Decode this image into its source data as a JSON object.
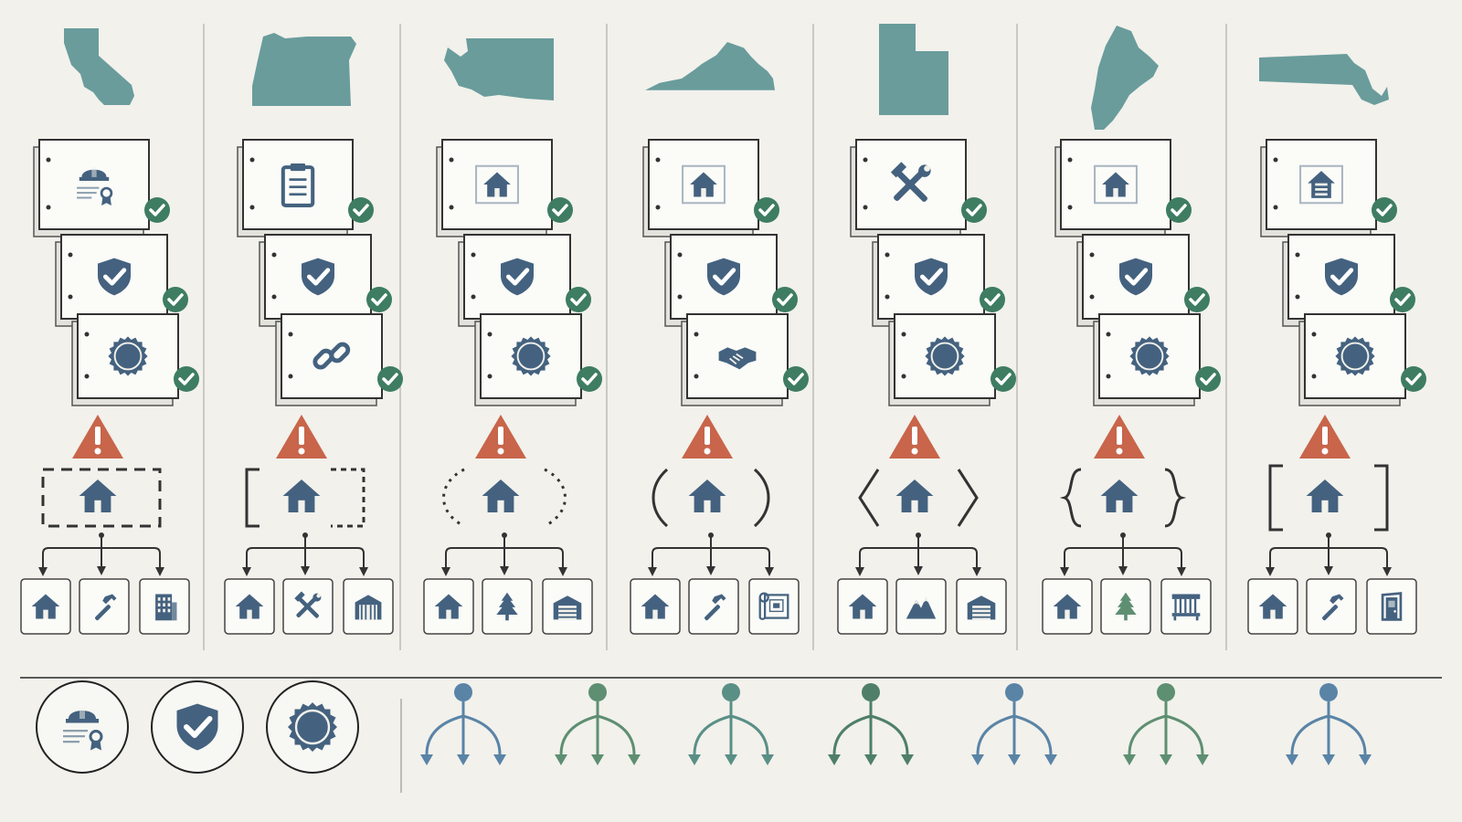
{
  "colors": {
    "background": "#f2f1ec",
    "state_fill": "#6a9c9c",
    "icon_blue": "#44627f",
    "check_green": "#3e7d62",
    "warning_red": "#c8654a",
    "green_tree": "#5e8f72",
    "line_dark": "#333333",
    "divider": "#bcbcb6"
  },
  "columns": [
    {
      "state": "California",
      "state_shape": "california",
      "doc_icons": [
        "contractor-license-icon",
        "shield-check-icon",
        "seal-icon"
      ],
      "bracket_style": "dashed-box",
      "sub_icons": [
        "house-icon",
        "hammer-icon",
        "building-icon"
      ]
    },
    {
      "state": "Oregon",
      "state_shape": "oregon",
      "doc_icons": [
        "clipboard-icon",
        "shield-check-icon",
        "chain-link-icon"
      ],
      "bracket_style": "half-dashed-box",
      "sub_icons": [
        "house-icon",
        "tools-icon",
        "shed-icon"
      ]
    },
    {
      "state": "Washington",
      "state_shape": "washington",
      "doc_icons": [
        "house-document-icon",
        "shield-check-icon",
        "seal-icon"
      ],
      "bracket_style": "dotted-parens",
      "sub_icons": [
        "house-icon",
        "pine-tree-icon",
        "garage-icon"
      ]
    },
    {
      "state": "Virginia",
      "state_shape": "virginia",
      "doc_icons": [
        "house-document-icon",
        "shield-check-icon",
        "handshake-icon"
      ],
      "bracket_style": "parens",
      "sub_icons": [
        "house-icon",
        "hammer-icon",
        "blueprint-icon"
      ]
    },
    {
      "state": "Utah",
      "state_shape": "utah",
      "doc_icons": [
        "hammer-wrench-icon",
        "shield-check-icon",
        "seal-icon"
      ],
      "bracket_style": "angle-brackets",
      "sub_icons": [
        "house-icon",
        "mountain-icon",
        "garage-icon"
      ]
    },
    {
      "state": "Maine",
      "state_shape": "maine",
      "doc_icons": [
        "house-document-icon",
        "shield-check-icon",
        "seal-icon"
      ],
      "bracket_style": "curly-braces",
      "sub_icons": [
        "house-icon",
        "pine-tree-icon",
        "porch-icon"
      ]
    },
    {
      "state": "Massachusetts",
      "state_shape": "massachusetts",
      "doc_icons": [
        "apartment-house-icon",
        "shield-check-icon",
        "seal-icon"
      ],
      "bracket_style": "square-brackets",
      "sub_icons": [
        "house-icon",
        "hammer-icon",
        "door-icon"
      ]
    }
  ],
  "legend": {
    "badges": [
      "contractor-license-icon",
      "shield-check-icon",
      "seal-icon"
    ],
    "branch_colors": [
      "#5a84a6",
      "#5e8f72",
      "#5a8f86",
      "#4f7f68",
      "#5a84a6",
      "#5e8f72",
      "#5a84a6"
    ]
  }
}
